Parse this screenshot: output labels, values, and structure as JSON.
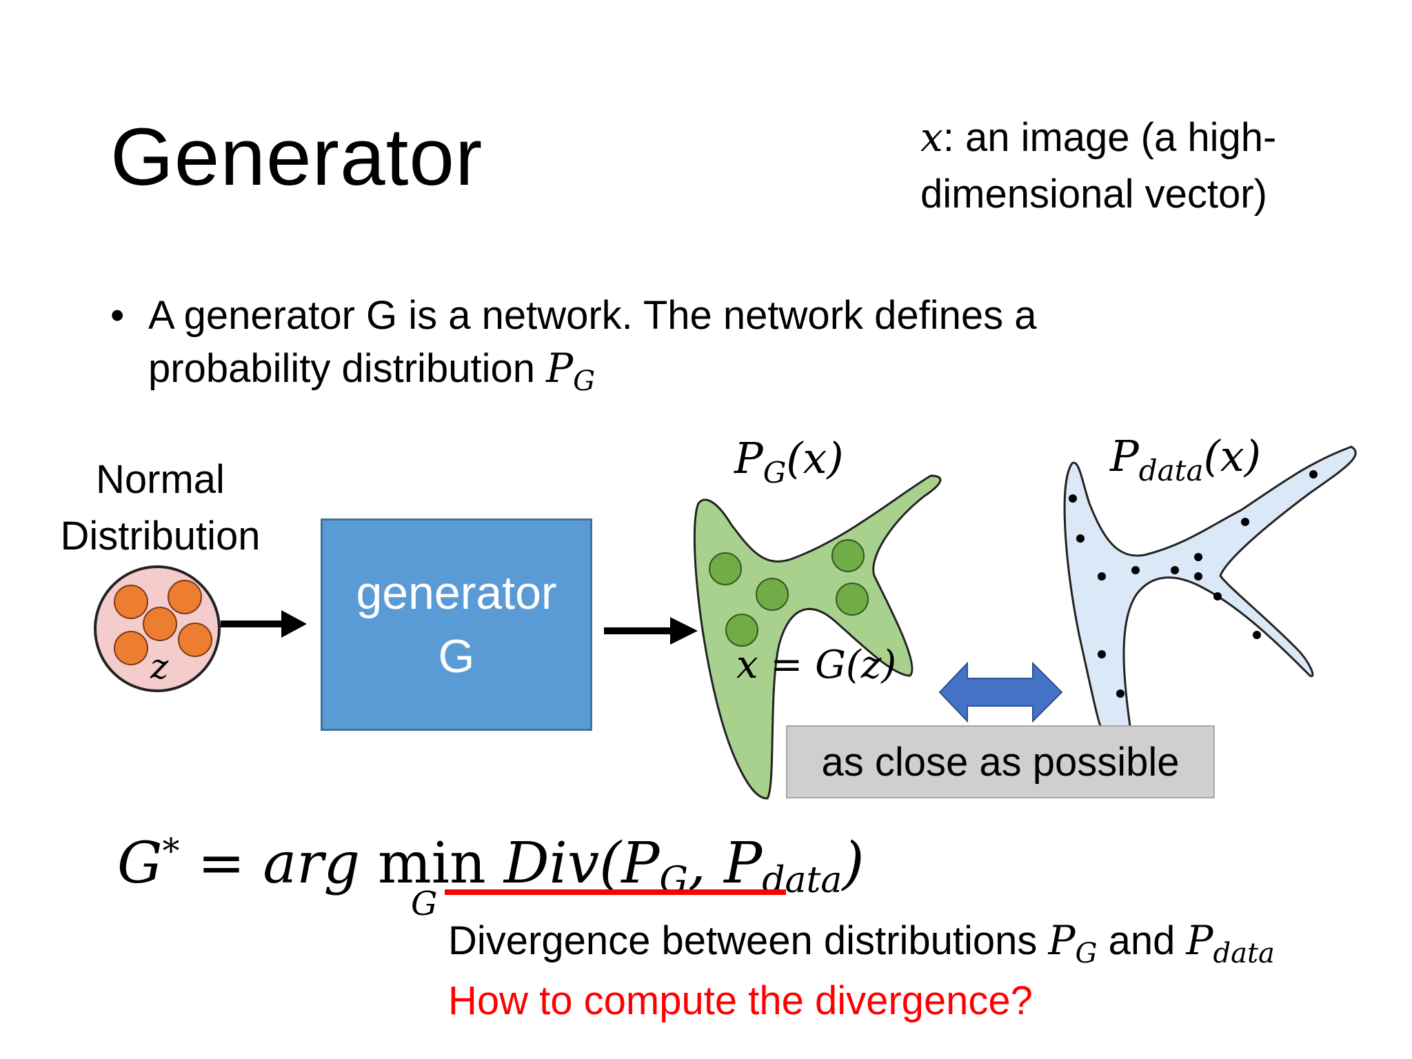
{
  "title": "Generator",
  "note": {
    "var": "x",
    "text": ": an image (a high-dimensional vector)"
  },
  "bullet": {
    "symbol": "•",
    "text": "A generator G is a network. The network defines a probability distribution",
    "math": "P",
    "math_sub": "G"
  },
  "diagram": {
    "normal_label": "Normal Distribution",
    "z_label": "z",
    "generator_line1": "generator",
    "generator_line2": "G",
    "pg_label": {
      "base": "P",
      "sub": "G",
      "arg": "(x)"
    },
    "pdata_label": {
      "base": "P",
      "sub": "data",
      "arg": "(x)"
    },
    "xgz_label": "x = G(z)",
    "close_label": "as close as possible",
    "colors": {
      "z_circle_fill": "#f4cccc",
      "z_dots": "#ed7d31",
      "generator_box": "#5b9bd5",
      "pg_shape": "#a9d18e",
      "pg_dots": "#70ad47",
      "pdata_shape": "#dae8f8",
      "double_arrow": "#4472c4",
      "close_box": "#d0cece"
    }
  },
  "formula": {
    "lhs": "G",
    "lhs_sup": "*",
    "eq": " = ",
    "arg": "arg ",
    "min": "min",
    "min_sub": "G",
    "div": "Div(",
    "p1": "P",
    "p1_sub": "G",
    "comma": ", ",
    "p2": "P",
    "p2_sub": "data",
    "close": ")"
  },
  "divergence_text": {
    "prefix": "Divergence between distributions ",
    "p1": "P",
    "p1_sub": "G",
    "mid": " and ",
    "p2": "P",
    "p2_sub": "data"
  },
  "question": "How to compute the divergence?"
}
